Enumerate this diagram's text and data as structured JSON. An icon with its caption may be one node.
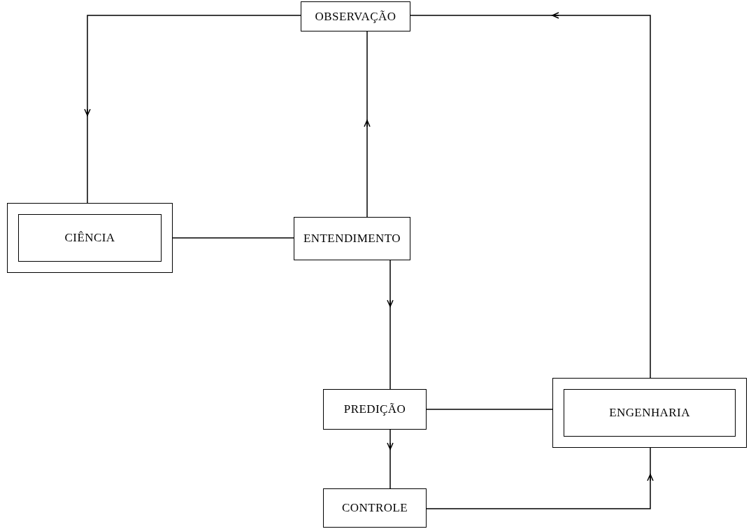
{
  "diagram": {
    "nodes": [
      {
        "text": [
          "OBSERVAÇÃO"
        ]
      },
      {
        "text": [
          "CIÊNCIA"
        ]
      },
      {
        "text": [
          "ENTENDIMENTO"
        ]
      },
      {
        "text": [
          "PREDIÇÃO"
        ]
      },
      {
        "text": [
          "ENGENHARIA"
        ]
      },
      {
        "text": [
          "CONTROLE"
        ]
      }
    ],
    "edges": [
      {
        "from": 0,
        "to": 1,
        "arrow": "to"
      },
      {
        "from": 1,
        "to": 2,
        "arrow": "none"
      },
      {
        "from": 2,
        "to": 0,
        "arrow": "to"
      },
      {
        "from": 2,
        "to": 3,
        "arrow": "to"
      },
      {
        "from": 3,
        "to": 4,
        "arrow": "none"
      },
      {
        "from": 3,
        "to": 5,
        "arrow": "to"
      },
      {
        "from": 5,
        "to": 4,
        "arrow": "to"
      },
      {
        "from": 4,
        "to": 0,
        "arrow": "to"
      }
    ]
  }
}
